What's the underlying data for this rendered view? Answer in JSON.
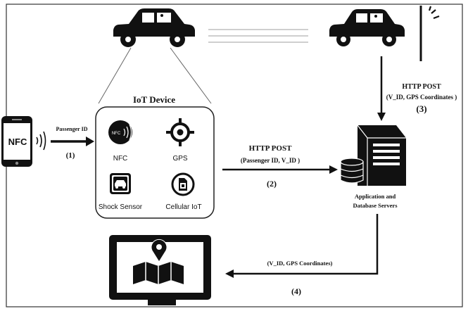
{
  "device": {
    "title": "IoT Device",
    "nfc_label": "NFC",
    "nfc_badge": "NFC",
    "gps_label": "GPS",
    "shock_label": "Shock Sensor",
    "cellular_label": "Cellular IoT"
  },
  "phone": {
    "nfc_text": "NFC"
  },
  "arrows": {
    "a1": {
      "label": "Passenger ID",
      "num": "(1)"
    },
    "a2": {
      "title": "HTTP POST",
      "sub": "(Passenger ID, V_ID )",
      "num": "(2)"
    },
    "a3": {
      "title": "HTTP POST",
      "sub": "(V_ID, GPS Coordinates )",
      "num": "(3)"
    },
    "a4": {
      "label": "(V_ID, GPS Coordinates)",
      "num": "(4)"
    }
  },
  "server": {
    "line1": "Application and",
    "line2": "Database Servers"
  },
  "colors": {
    "ink": "#111111",
    "frame": "#333333",
    "road": "#cfcfcf"
  },
  "icons": [
    "car-icon",
    "phone-icon",
    "nfc-icon",
    "gps-target-icon",
    "shock-sensor-icon",
    "sim-card-icon",
    "server-icon",
    "database-icon",
    "monitor-icon",
    "map-icon",
    "location-pin-icon",
    "street-light-icon"
  ]
}
